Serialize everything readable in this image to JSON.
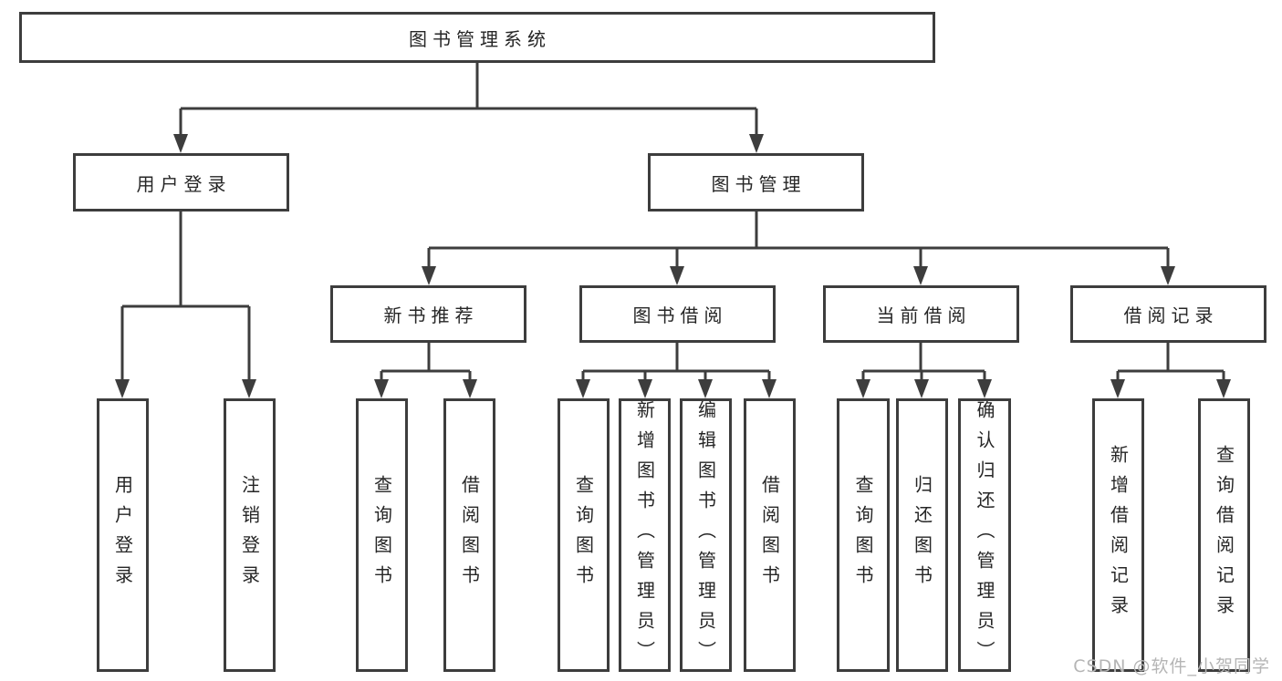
{
  "tree": {
    "root": {
      "label": "图书管理系统"
    },
    "branches": [
      {
        "label": "用户登录",
        "children": [
          {
            "label": "用户登录"
          },
          {
            "label": "注销登录"
          }
        ]
      },
      {
        "label": "图书管理",
        "children": [
          {
            "label": "新书推荐",
            "children": [
              {
                "label": "查询图书"
              },
              {
                "label": "借阅图书"
              }
            ]
          },
          {
            "label": "图书借阅",
            "children": [
              {
                "label": "查询图书"
              },
              {
                "label": "新增图书（管理员）"
              },
              {
                "label": "编辑图书（管理员）"
              },
              {
                "label": "借阅图书"
              }
            ]
          },
          {
            "label": "当前借阅",
            "children": [
              {
                "label": "查询图书"
              },
              {
                "label": "归还图书"
              },
              {
                "label": "确认归还（管理员）"
              }
            ]
          },
          {
            "label": "借阅记录",
            "children": [
              {
                "label": "新增借阅记录"
              },
              {
                "label": "查询借阅记录"
              }
            ]
          }
        ]
      }
    ]
  },
  "watermark": {
    "text": "CSDN @软件_小贺同学"
  },
  "colors": {
    "line": "#3d3d3d",
    "text": "#262626",
    "watermark": "#b5b5b5",
    "background": "#ffffff"
  }
}
